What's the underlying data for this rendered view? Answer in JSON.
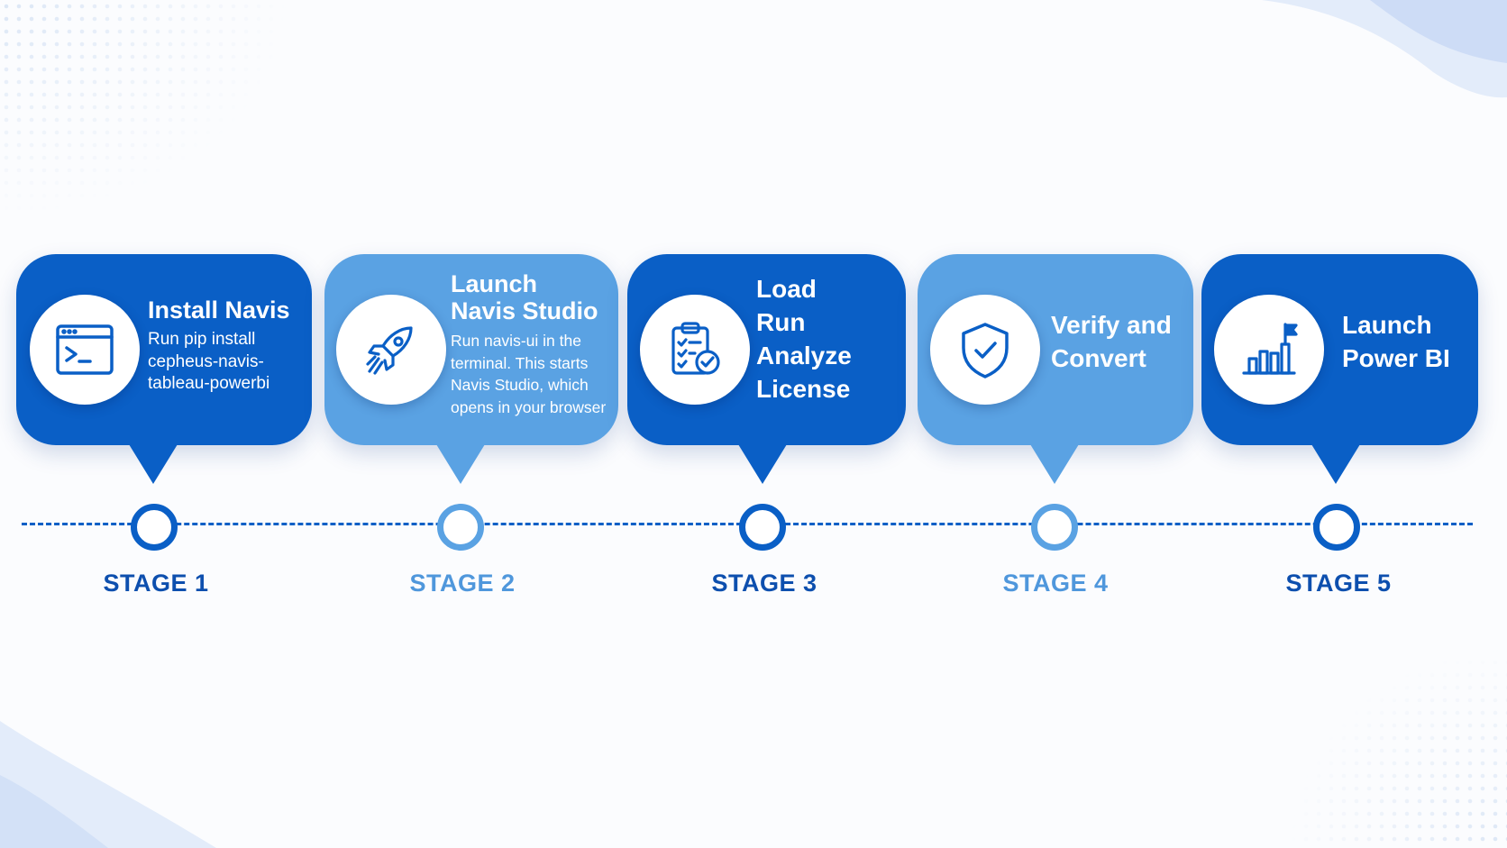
{
  "colors": {
    "dark": "#0a5fc6",
    "light": "#5aa2e3",
    "label_dark": "#0d4fae",
    "label_light": "#4f97dc"
  },
  "stages": [
    {
      "stage_label": "STAGE 1",
      "title": "Install Navis",
      "description": "Run pip install\ncepheus-navis-\ntableau-powerbi",
      "icon": "terminal-window-icon",
      "tone": "dark"
    },
    {
      "stage_label": "STAGE 2",
      "title": "Launch\nNavis Studio",
      "description": "Run navis-ui in the\nterminal. This starts\nNavis Studio, which\nopens in your browser",
      "icon": "rocket-icon",
      "tone": "light"
    },
    {
      "stage_label": "STAGE 3",
      "title": "Load\nRun Analyze\nLicense",
      "description": "",
      "icon": "clipboard-check-icon",
      "tone": "dark"
    },
    {
      "stage_label": "STAGE 4",
      "title": "Verify and\nConvert",
      "description": "",
      "icon": "shield-check-icon",
      "tone": "light"
    },
    {
      "stage_label": "STAGE 5",
      "title": "Launch\nPower BI",
      "description": "",
      "icon": "bar-chart-flag-icon",
      "tone": "dark"
    }
  ]
}
